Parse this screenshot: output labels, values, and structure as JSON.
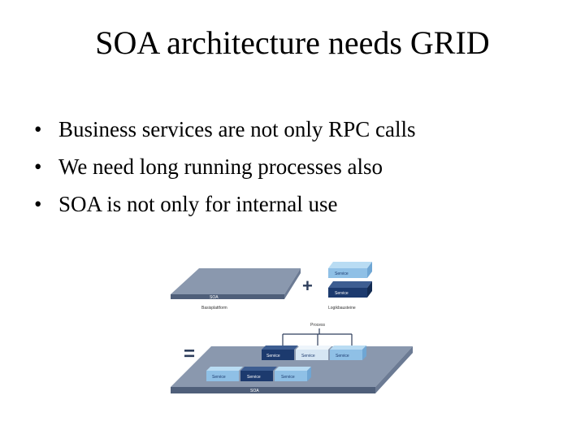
{
  "slide": {
    "title": "SOA architecture needs GRID",
    "bullets": [
      "Business services are not only RPC calls",
      "We need long running processes also",
      "SOA is not only for internal use"
    ]
  },
  "diagram": {
    "top_platform_label": "SOA",
    "top_platform_caption": "Basisplattform",
    "plus_sign": "+",
    "equals_sign": "=",
    "stack_labels": [
      "Service",
      "Service"
    ],
    "stack_caption": "Logikbausteine",
    "process_label": "Process",
    "back_row_labels": [
      "Service",
      "Service",
      "Service"
    ],
    "front_row_labels": [
      "Service",
      "Service",
      "Service"
    ],
    "bottom_platform_label": "SOA",
    "colors": {
      "platform": "#8a98ae",
      "platform_edge": "#4f5f7a",
      "dark_block": "#1c3a6e",
      "light_block": "#8fc0e6",
      "pale_block": "#d6e6f3"
    }
  }
}
